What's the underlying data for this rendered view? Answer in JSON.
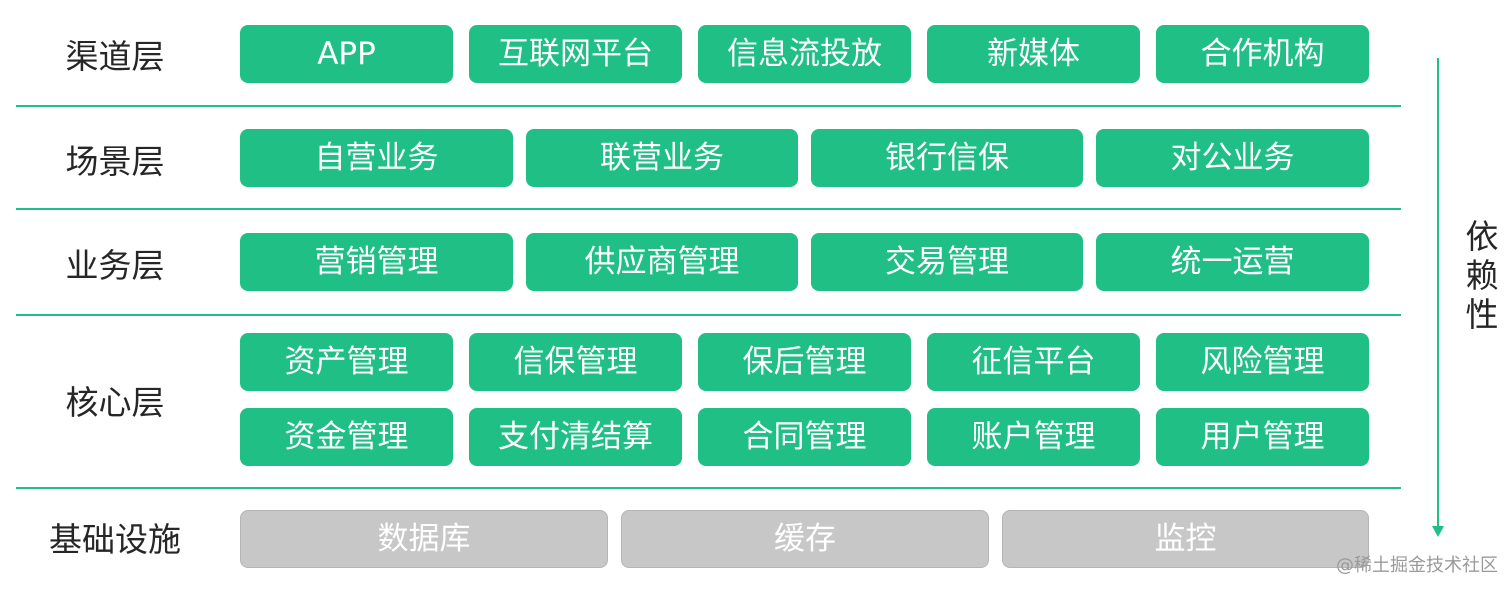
{
  "layers": {
    "channel": {
      "label": "渠道层",
      "items": [
        "APP",
        "互联网平台",
        "信息流投放",
        "新媒体",
        "合作机构"
      ]
    },
    "scenario": {
      "label": "场景层",
      "items": [
        "自营业务",
        "联营业务",
        "银行信保",
        "对公业务"
      ]
    },
    "business": {
      "label": "业务层",
      "items": [
        "营销管理",
        "供应商管理",
        "交易管理",
        "统一运营"
      ]
    },
    "core": {
      "label": "核心层",
      "row1": [
        "资产管理",
        "信保管理",
        "保后管理",
        "征信平台",
        "风险管理"
      ],
      "row2": [
        "资金管理",
        "支付清结算",
        "合同管理",
        "账户管理",
        "用户管理"
      ]
    },
    "infra": {
      "label": "基础设施",
      "items": [
        "数据库",
        "缓存",
        "监控"
      ]
    }
  },
  "dependency_label": "依赖性",
  "watermark": "@稀土掘金技术社区",
  "colors": {
    "accent": "#1fbf86",
    "infra_box": "#c7c7c7",
    "label_text": "#262626"
  }
}
